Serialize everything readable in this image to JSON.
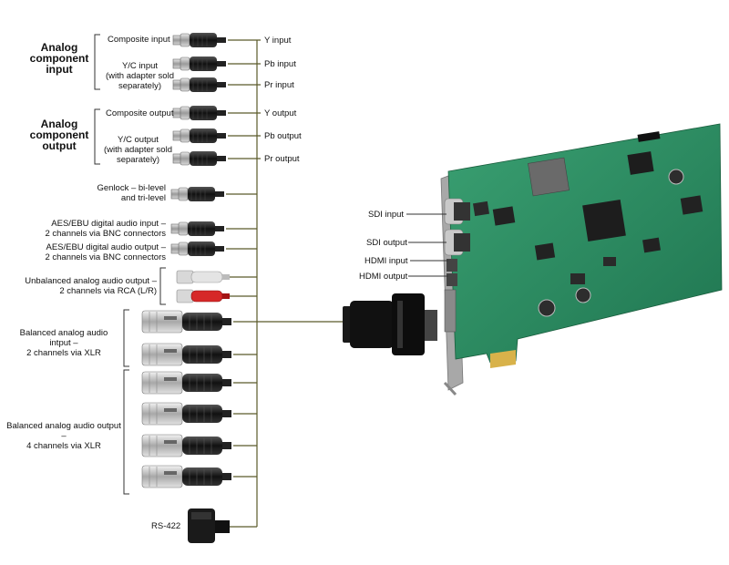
{
  "groups": {
    "analog_input": [
      "Analog",
      "component",
      "input"
    ],
    "analog_output": [
      "Analog",
      "component",
      "output"
    ]
  },
  "left_labels": {
    "composite_input": "Composite input",
    "yc_input": [
      "Y/C input",
      "(with adapter sold",
      "separately)"
    ],
    "composite_output": "Composite output",
    "yc_output": [
      "Y/C output",
      "(with adapter sold",
      "separately)"
    ],
    "genlock": [
      "Genlock – bi-level",
      "and tri-level"
    ],
    "aes_in": [
      "AES/EBU digital audio input –",
      "2 channels via BNC connectors"
    ],
    "aes_out": [
      "AES/EBU digital audio output –",
      "2 channels via BNC connectors"
    ],
    "rca_out": [
      "Unbalanced analog audio output –",
      "2 channels via RCA (L/R)"
    ],
    "xlr_in": [
      "Balanced analog audio intput –",
      "2 channels via XLR"
    ],
    "xlr_out": [
      "Balanced analog audio output –",
      "4 channels via XLR"
    ],
    "rs422": "RS-422"
  },
  "right_labels": {
    "y_input": "Y input",
    "pb_input": "Pb input",
    "pr_input": "Pr input",
    "y_output": "Y output",
    "pb_output": "Pb output",
    "pr_output": "Pr output"
  },
  "card_labels": {
    "sdi_input": "SDI input",
    "sdi_output": "SDI output",
    "hdmi_input": "HDMI input",
    "hdmi_output": "HDMI output"
  },
  "colors": {
    "wire": "#5b5a2a",
    "pcb": "#2f8f63",
    "bracket": "#9a9a9a"
  }
}
